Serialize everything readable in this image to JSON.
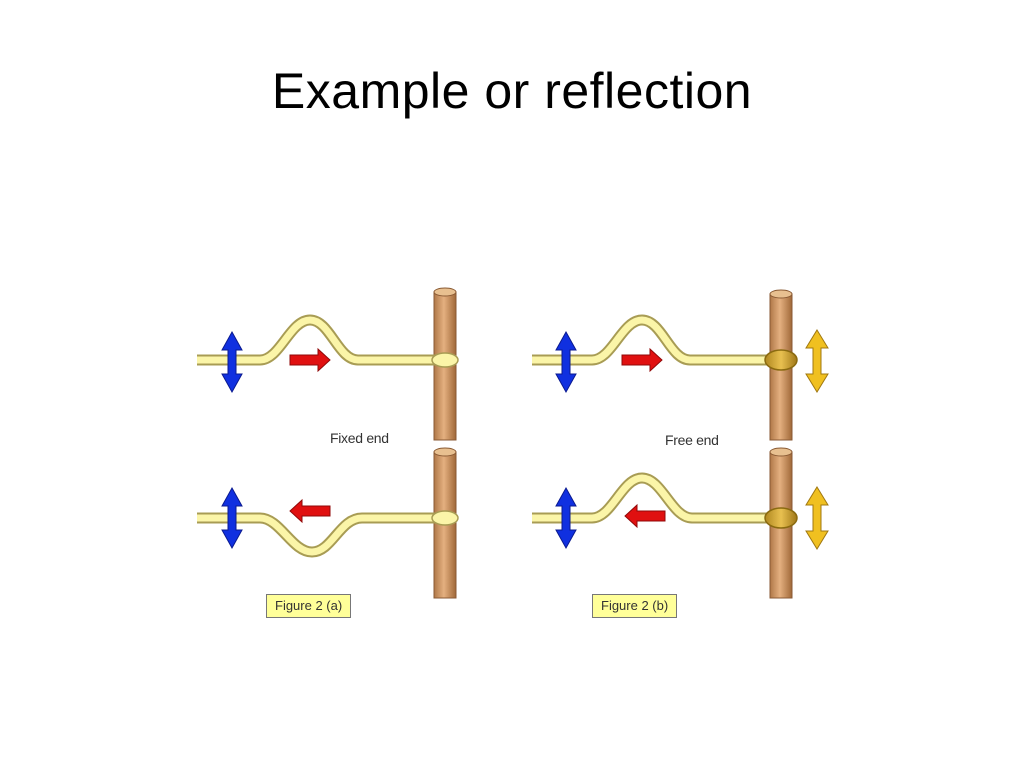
{
  "slide": {
    "title": "Example or reflection"
  },
  "diagram": {
    "panel_a": {
      "label": "Fixed end",
      "caption": "Figure 2 (a)"
    },
    "panel_b": {
      "label": "Free end",
      "caption": "Figure 2 (b)"
    },
    "colors": {
      "rope": "#fbf5a8",
      "rope_outline": "#a89c54",
      "post": "#d8a06e",
      "post_outline": "#8a5a34",
      "ring_free": "#d8b040",
      "motion_arrow": "#1030e0",
      "travel_arrow": "#e01010",
      "end_arrow": "#f0c020"
    }
  }
}
